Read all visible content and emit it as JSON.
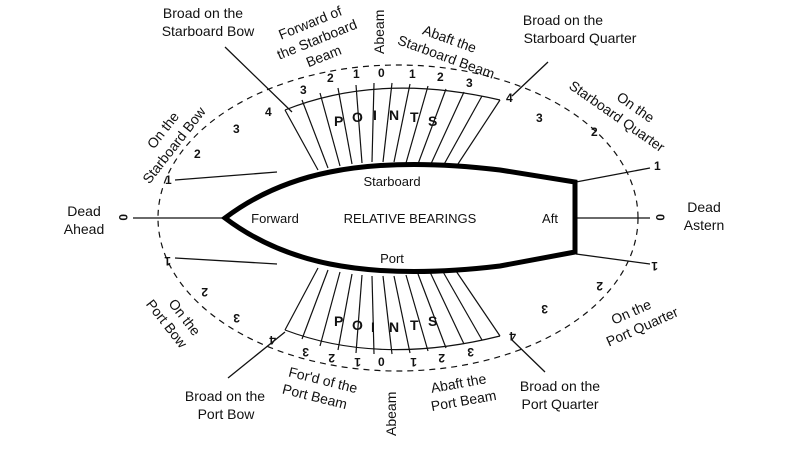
{
  "title": "RELATIVE BEARINGS",
  "hull": {
    "starboard": "Starboard",
    "port": "Port",
    "forward": "Forward",
    "aft": "Aft"
  },
  "bearings": {
    "dead_ahead": [
      "Dead",
      "Ahead"
    ],
    "dead_astern": [
      "Dead",
      "Astern"
    ],
    "starboard_bow": [
      "On the",
      "Starboard Bow"
    ],
    "broad_starboard_bow": [
      "Broad on the",
      "Starboard Bow"
    ],
    "forward_starboard_beam": [
      "Forward of",
      "the Starboard",
      "Beam"
    ],
    "abeam_starboard": "Abeam",
    "abaft_starboard_beam": [
      "Abaft the",
      "Starboard Beam"
    ],
    "broad_starboard_quarter": [
      "Broad on the",
      "Starboard Quarter"
    ],
    "starboard_quarter": [
      "On the",
      "Starboard Quarter"
    ],
    "port_bow": [
      "On the",
      "Port Bow"
    ],
    "broad_port_bow": [
      "Broad on the",
      "Port Bow"
    ],
    "ford_port_beam": [
      "For'd of the",
      "Port Beam"
    ],
    "abeam_port": "Abeam",
    "abaft_port_beam": [
      "Abaft the",
      "Port Beam"
    ],
    "broad_port_quarter": [
      "Broad on the",
      "Port Quarter"
    ],
    "port_quarter": [
      "On the",
      "Port Quarter"
    ]
  },
  "points_word": [
    "P",
    "O",
    "I",
    "N",
    "T",
    "S"
  ],
  "point_numbers": {
    "fwd_stbd": [
      "3",
      "2",
      "1",
      "0",
      "1",
      "2",
      "3"
    ],
    "bow_stbd": [
      "1",
      "2",
      "3",
      "4"
    ],
    "qtr_stbd": [
      "4",
      "3",
      "2",
      "1"
    ],
    "ahead": "0",
    "astern": "0"
  },
  "colors": {
    "line": "#111111",
    "background": "#ffffff"
  }
}
